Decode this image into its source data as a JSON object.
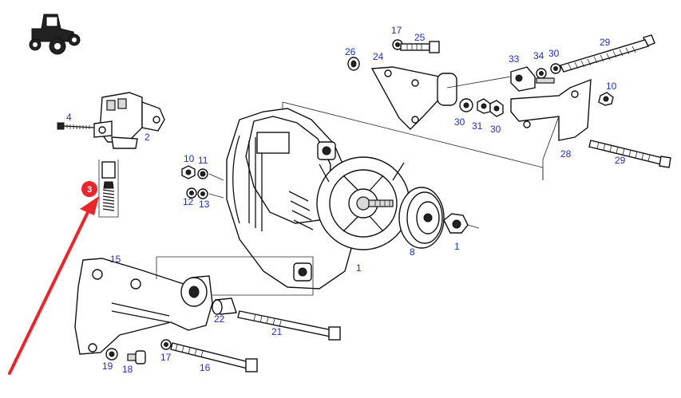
{
  "colors": {
    "label": "#1f2fbf",
    "highlight": "#e8262c",
    "line": "#111111"
  },
  "icons": {
    "tractor": "tractor-icon"
  },
  "callout": "3",
  "labels": {
    "p1a": "1",
    "p1b": "1",
    "p2": "2",
    "p4": "4",
    "p8": "8",
    "p10a": "10",
    "p10b": "10",
    "p11": "11",
    "p12": "12",
    "p13": "13",
    "p15": "15",
    "p16": "16",
    "p17a": "17",
    "p17b": "17",
    "p18": "18",
    "p19": "19",
    "p21": "21",
    "p22": "22",
    "p24": "24",
    "p25": "25",
    "p26": "26",
    "p28": "28",
    "p29a": "29",
    "p29b": "29",
    "p30a": "30",
    "p30b": "30",
    "p30c": "30",
    "p31": "31",
    "p33": "33",
    "p34": "34"
  }
}
